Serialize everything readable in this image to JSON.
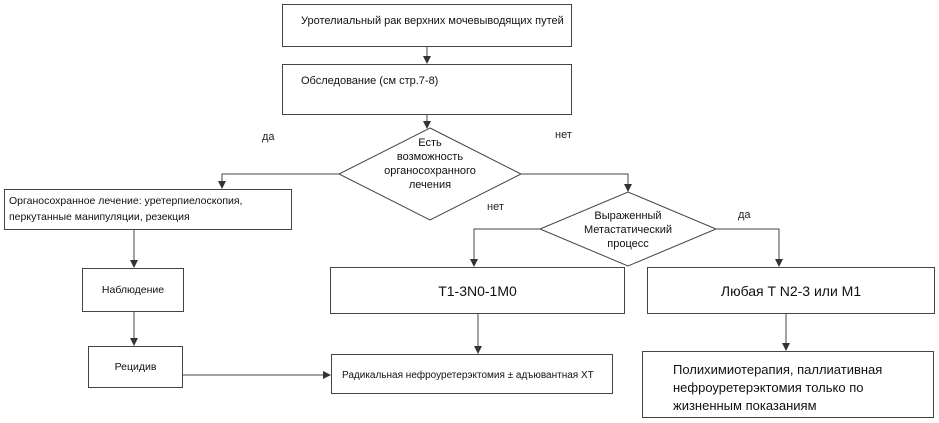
{
  "nodes": {
    "start": "Уротелиальный рак верхних мочевыводящих путей",
    "exam": "Обследование (см стр.7-8)",
    "decision1": {
      "line1": "Есть",
      "line2": "возможность",
      "line3": "органосохранного",
      "line4": "лечения"
    },
    "organ_sparing": "Органосохранное лечение: уретерпиелоскопия, перкутанные манипуляции, резекция",
    "observation": "Наблюдение",
    "relapse": "Рецидив",
    "decision2": {
      "line1": "Выраженный",
      "line2": "Метастатический",
      "line3": "процесс"
    },
    "t_stage": "T1-3N0-1M0",
    "any_t": "Любая T N2-3  или M1",
    "radical": "Радикальная нефроуретерэктомия ± адъювантная ХТ",
    "chemo": "Полихимиотерапия, паллиативная нефроуретерэктомия только по жизненным показаниям"
  },
  "labels": {
    "d1_yes": "да",
    "d1_no": "нет",
    "d2_no": "нет",
    "d2_yes": "да"
  },
  "colors": {
    "stroke": "#444444",
    "text": "#111111"
  }
}
